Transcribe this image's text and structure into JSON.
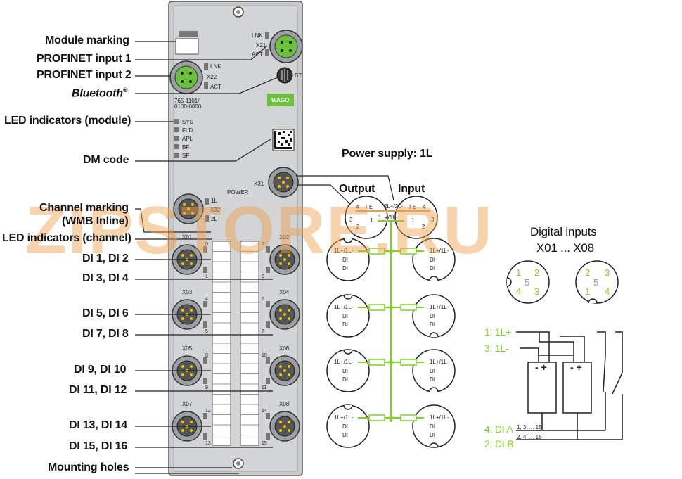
{
  "labels": {
    "module_marking": "Module marking",
    "profinet_input_1": "PROFINET input 1",
    "profinet_input_2": "PROFINET input 2",
    "bluetooth": "Bluetooth",
    "bluetooth_mark": "®",
    "led_module": "LED indicators (module)",
    "dm_code": "DM code",
    "channel_marking": "Channel marking",
    "wmb_inline": "(WMB Inline)",
    "led_channel": "LED indicators (channel)",
    "di_1_2": "DI 1, DI 2",
    "di_3_4": "DI 3, DI 4",
    "di_5_6": "DI 5, DI 6",
    "di_7_8": "DI 7, DI 8",
    "di_9_10": "DI 9, DI 10",
    "di_11_12": "DI 11, DI 12",
    "di_13_14": "DI 13, DI 14",
    "di_15_16": "DI 15, DI 16",
    "mounting_holes": "Mounting holes"
  },
  "module": {
    "part_number": "765-1101/",
    "part_number_2": "0100-0000",
    "brand": "WAGO",
    "leds": [
      "SYS",
      "FLD",
      "APL",
      "BF",
      "SF"
    ],
    "x21": "X21",
    "x22": "X22",
    "lnk": "LNK",
    "act": "ACT",
    "bt": "BT",
    "x31": "X31",
    "power": "POWER",
    "x32": "X32",
    "l1": "1L",
    "l2": "2L",
    "ports": [
      "X01",
      "X02",
      "X03",
      "X04",
      "X05",
      "X06",
      "X07",
      "X08"
    ],
    "channel_numbers": [
      "0",
      "1",
      "2",
      "3",
      "4",
      "5",
      "6",
      "7",
      "8",
      "9",
      "10",
      "11",
      "12",
      "13",
      "14",
      "15"
    ]
  },
  "diagram": {
    "power_supply": "Power supply: 1L",
    "output": "Output",
    "input": "Input",
    "pin_labels": [
      "1L+/1L-",
      "DI",
      "DI"
    ],
    "fe": "FE",
    "l2pm": "2L+/2L-",
    "l1pm": "1L+/1L-",
    "digital_inputs": "Digital inputs",
    "x01_x08": "X01 ... X08",
    "pin1": "1: 1L+",
    "pin3": "3: 1L-",
    "pin4": "4: DI A",
    "pin2": "2: DI B",
    "range_a": "1, 3, ... 15",
    "range_b": "2, 4, ... 16",
    "minus_plus": "- +"
  },
  "watermark": {
    "text": "ZIPSTORE.RU",
    "color": "#f0a14e"
  },
  "colors": {
    "green": "#7ed321",
    "orange": "#f29b3a",
    "module_body": "#c7c9cb"
  }
}
